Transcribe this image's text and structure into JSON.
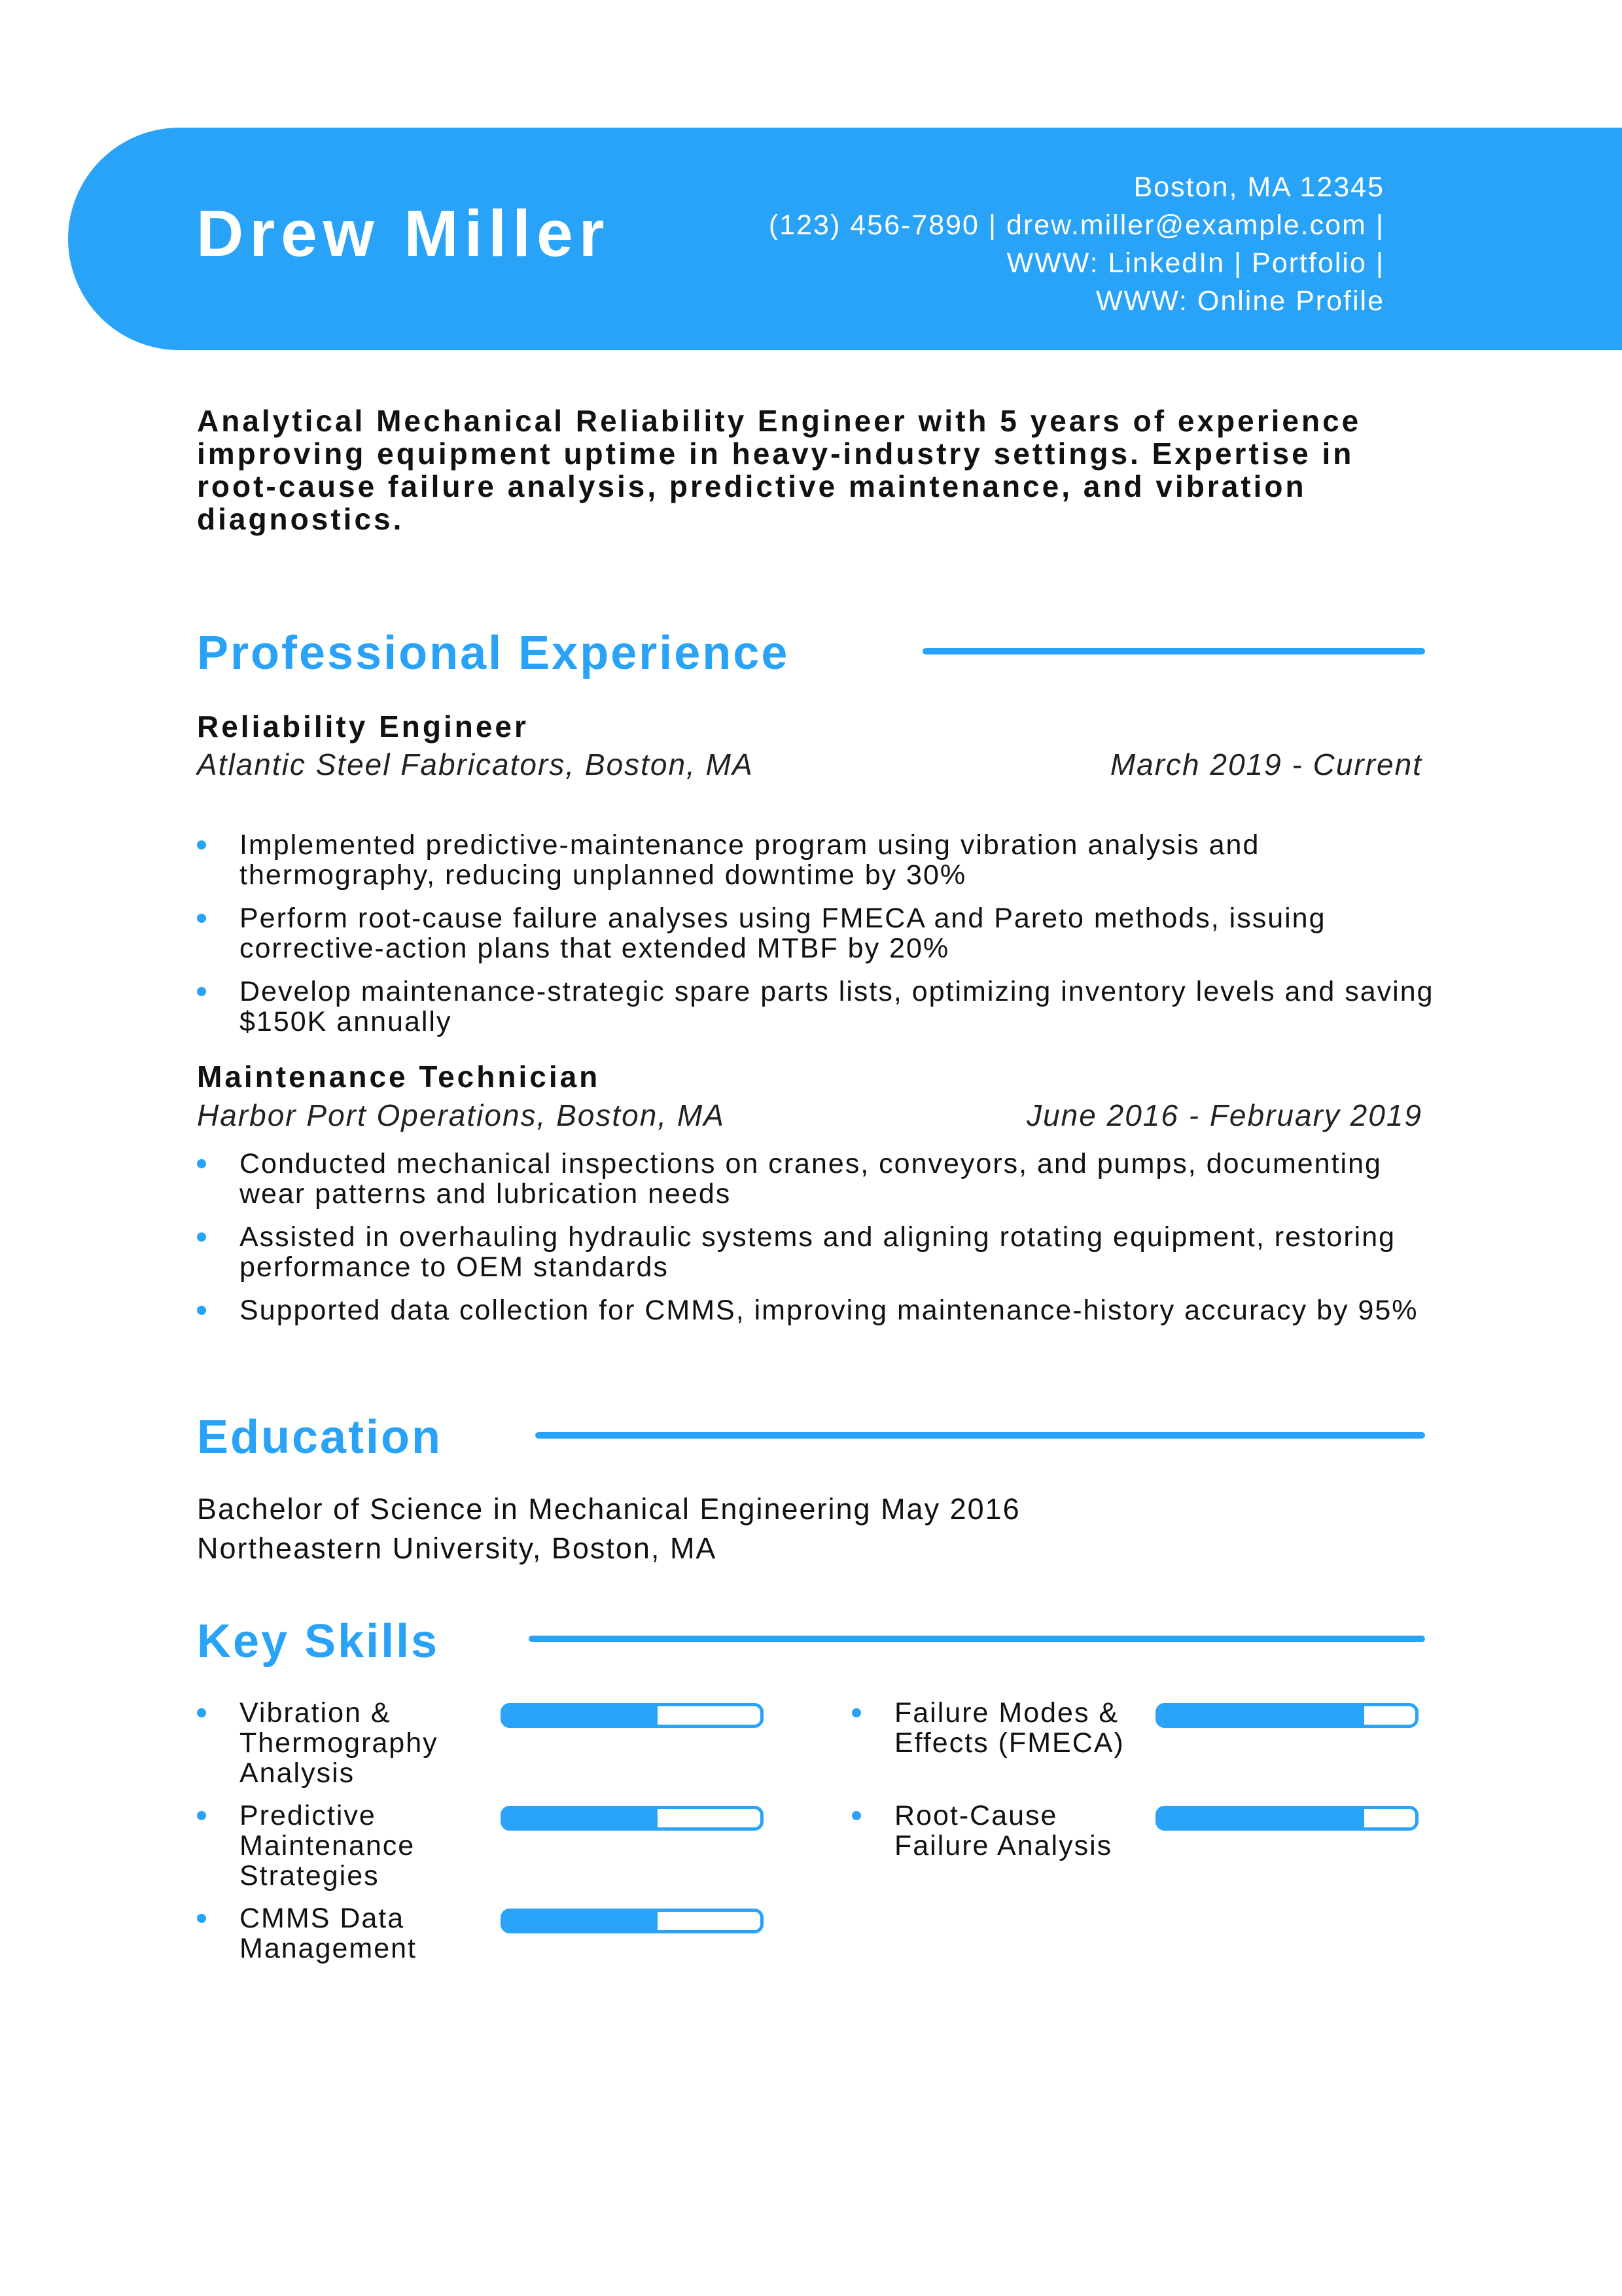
{
  "header": {
    "name": "Drew Miller",
    "contact_lines": [
      "Boston, MA 12345",
      "(123) 456-7890 | drew.miller@example.com |",
      "WWW: LinkedIn | Portfolio |",
      "WWW: Online Profile"
    ]
  },
  "summary": "Analytical Mechanical Reliability Engineer with 5 years of experience improving equipment uptime in heavy-industry settings. Expertise in root-cause failure analysis, predictive maintenance, and vibration diagnostics.",
  "experience": {
    "title": "Professional Experience",
    "jobs": [
      {
        "title": "Reliability Engineer",
        "company": "Atlantic Steel Fabricators, Boston, MA",
        "dates": "March 2019 - Current",
        "bullets": [
          "Implemented predictive-maintenance program using vibration analysis and thermography, reducing unplanned downtime by 30%",
          "Perform root-cause failure analyses using FMECA and Pareto methods, issuing corrective-action plans that extended MTBF by 20%",
          "Develop maintenance-strategic spare parts lists, optimizing inventory levels and saving $150K annually"
        ]
      },
      {
        "title": "Maintenance Technician",
        "company": "Harbor Port Operations, Boston, MA",
        "dates": "June 2016 - February 2019",
        "bullets": [
          "Conducted mechanical inspections on cranes, conveyors, and pumps, documenting wear patterns and lubrication needs",
          "Assisted in overhauling hydraulic systems and aligning rotating equipment, restoring performance to OEM standards",
          "Supported data collection for CMMS, improving maintenance-history accuracy by 95%"
        ]
      }
    ]
  },
  "education": {
    "title": "Education",
    "lines": [
      "Bachelor of Science in Mechanical Engineering May 2016",
      "Northeastern University, Boston, MA"
    ]
  },
  "skills": {
    "title": "Key Skills",
    "items": [
      {
        "label": "Vibration & Thermography Analysis",
        "level": 0.6
      },
      {
        "label": "Failure Modes & Effects (FMECA)",
        "level": 0.8
      },
      {
        "label": "Predictive Maintenance Strategies",
        "level": 0.6
      },
      {
        "label": "Root-Cause Failure Analysis",
        "level": 0.8
      },
      {
        "label": "CMMS Data Management",
        "level": 0.6
      }
    ]
  },
  "colors": {
    "accent": "#29a3f7",
    "text": "#111111"
  }
}
